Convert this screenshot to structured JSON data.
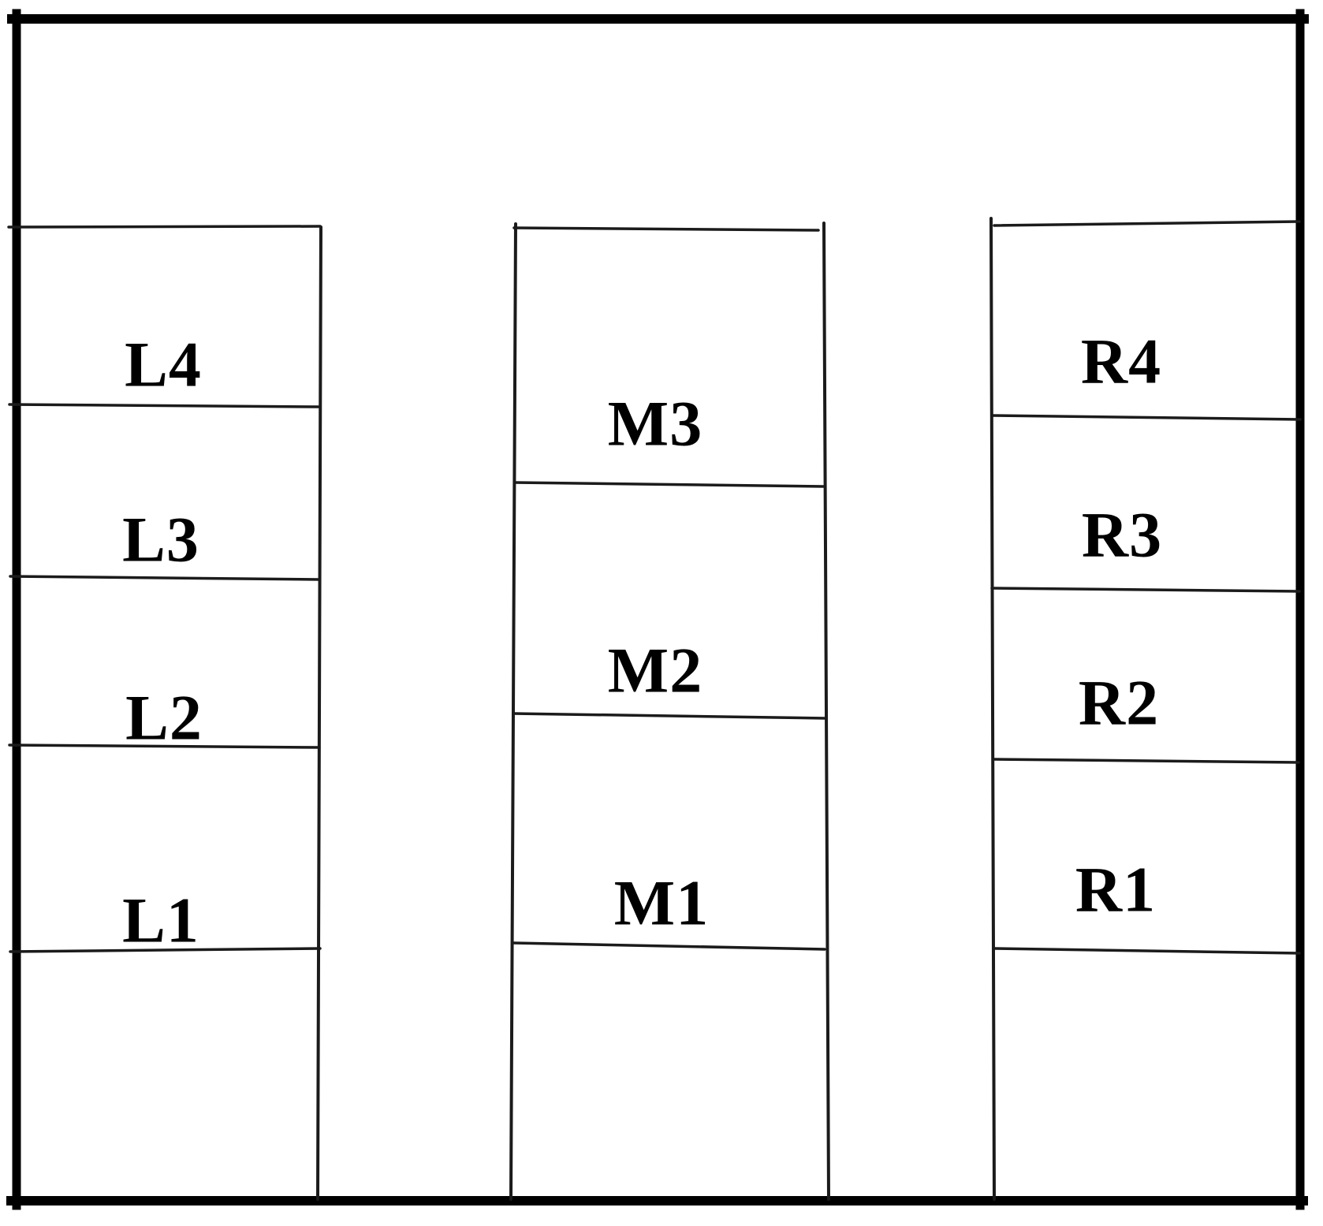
{
  "diagram": {
    "kind": "stall-layout-floor-plan",
    "columns": {
      "left": {
        "stalls": [
          "L4",
          "L3",
          "L2",
          "L1"
        ]
      },
      "middle": {
        "stalls": [
          "M3",
          "M2",
          "M1"
        ]
      },
      "right": {
        "stalls": [
          "R4",
          "R3",
          "R2",
          "R1"
        ]
      }
    }
  },
  "colors": {
    "background": "#ffffff",
    "wall": "#000000",
    "partition": "#1b1b1b",
    "label": "#000000"
  }
}
